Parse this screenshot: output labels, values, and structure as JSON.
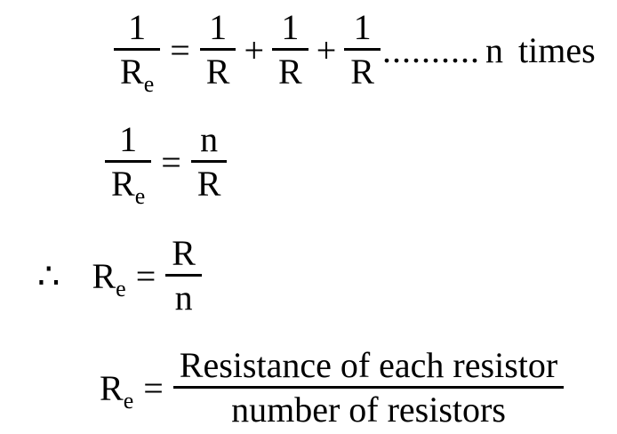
{
  "page": {
    "background_color": "#ffffff",
    "text_color": "#000000"
  },
  "eq1": {
    "lhs_num": "1",
    "lhs_den_base": "R",
    "lhs_den_sub": "e",
    "eq_sign": "=",
    "t1_num": "1",
    "t1_den": "R",
    "plus1": "+",
    "t2_num": "1",
    "t2_den": "R",
    "plus2": "+",
    "t3_num": "1",
    "t3_den": "R",
    "dots": "..........",
    "suffix": "n times"
  },
  "eq2": {
    "lhs_num": "1",
    "lhs_den_base": "R",
    "lhs_den_sub": "e",
    "eq_sign": "=",
    "rhs_num": "n",
    "rhs_den": "R"
  },
  "eq3": {
    "therefore_sign": "∴",
    "lhs_base": "R",
    "lhs_sub": "e",
    "eq_sign": "=",
    "rhs_num": "R",
    "rhs_den": "n"
  },
  "eq4": {
    "lhs_base": "R",
    "lhs_sub": "e",
    "eq_sign": "=",
    "rhs_num": "Resistance of each resistor",
    "rhs_den": "number of resistors"
  }
}
